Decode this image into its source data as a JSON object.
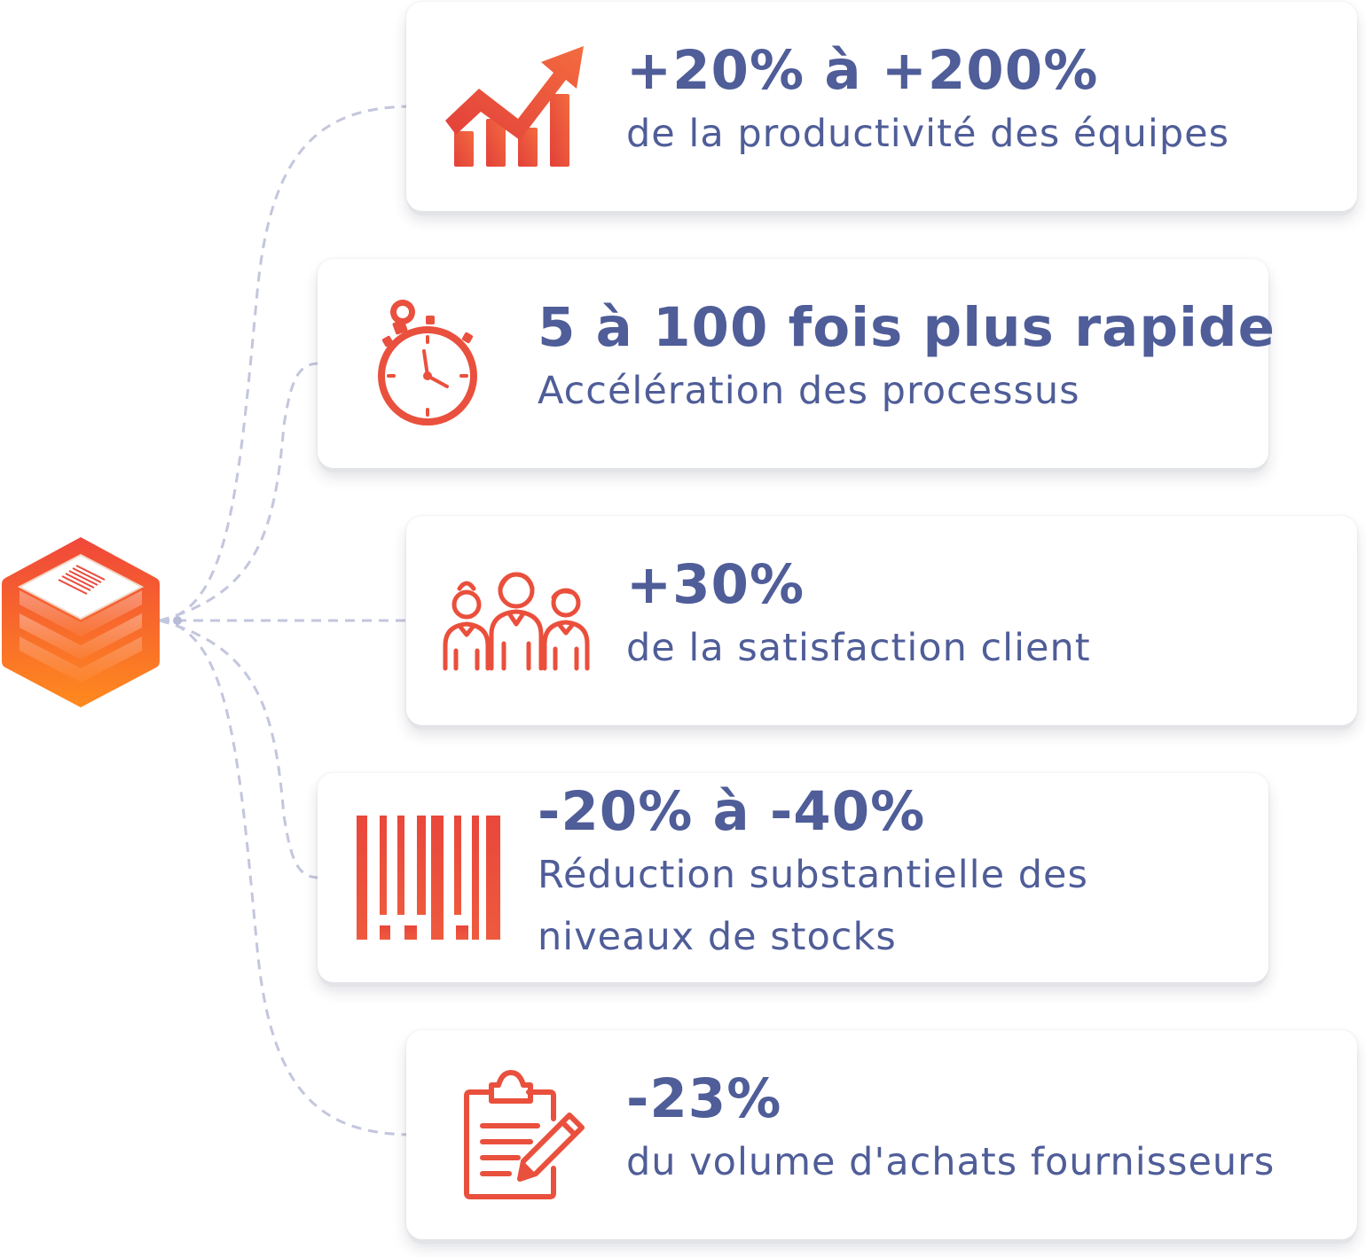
{
  "colors": {
    "accent_start": "#f36b3f",
    "accent_end": "#e2403a",
    "text": "#4f5d98",
    "connector": "#c3c6dd",
    "hub_top": "#f0473a",
    "hub_bottom": "#ff8a1e"
  },
  "hub": {
    "icon": "barcode-cube-icon"
  },
  "stats": [
    {
      "headline": "+20% à +200%",
      "description": "de la productivité des équipes",
      "icon": "growth-chart-icon"
    },
    {
      "headline": "5 à 100 fois plus rapide",
      "description": "Accélération des processus",
      "icon": "stopwatch-icon"
    },
    {
      "headline": "+30%",
      "description": "de la satisfaction client",
      "icon": "people-group-icon"
    },
    {
      "headline": "-20% à -40%",
      "description": "Réduction substantielle des niveaux de stocks",
      "icon": "barcode-icon"
    },
    {
      "headline": "-23%",
      "description": "du volume d'achats fournisseurs",
      "icon": "clipboard-pencil-icon"
    }
  ]
}
